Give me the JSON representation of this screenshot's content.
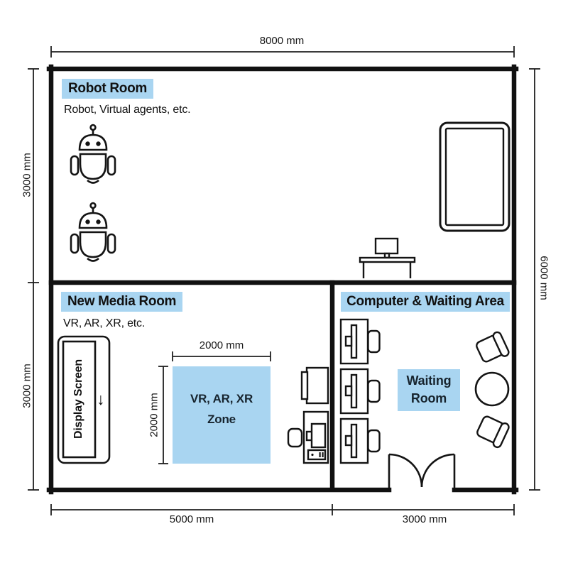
{
  "diagram": {
    "type": "floor-plan",
    "colors": {
      "highlight": "#a9d5f1",
      "wall": "#111111",
      "line": "#1a1a1a"
    }
  },
  "dimensions": {
    "top_width": "8000 mm",
    "right_height": "6000 mm",
    "left_upper": "3000 mm",
    "left_lower": "3000 mm",
    "bottom_left": "5000 mm",
    "bottom_right": "3000 mm",
    "zone_width": "2000 mm",
    "zone_height": "2000 mm"
  },
  "robot_room": {
    "title": "Robot Room",
    "subtitle": "Robot, Virtual agents, etc."
  },
  "new_media_room": {
    "title": "New Media Room",
    "subtitle": "VR, AR, XR, etc.",
    "display_screen": "Display Screen",
    "display_arrow": "↓",
    "zone_line1": "VR, AR, XR",
    "zone_line2": "Zone"
  },
  "computer_area": {
    "title": "Computer & Waiting Area",
    "waiting_line1": "Waiting",
    "waiting_line2": "Room"
  }
}
